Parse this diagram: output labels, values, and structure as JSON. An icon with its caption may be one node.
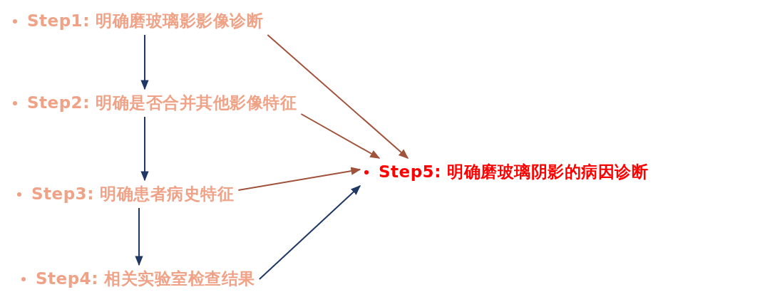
{
  "diagram": {
    "nodes": [
      {
        "text": [
          "Step1: 明确磨玻璃影影像诊断"
        ]
      },
      {
        "text": [
          "Step2: 明确是否合并其他影像特征"
        ]
      },
      {
        "text": [
          "Step3: 明确患者病史特征"
        ]
      },
      {
        "text": [
          "Step4: 相关实验室检查结果"
        ]
      },
      {
        "text": [
          "Step5: 明确磨玻璃阴影的病因诊断"
        ]
      }
    ],
    "edges": [
      {
        "from": 0,
        "to": 1,
        "arrow": "to"
      },
      {
        "from": 1,
        "to": 2,
        "arrow": "to"
      },
      {
        "from": 2,
        "to": 3,
        "arrow": "to"
      },
      {
        "from": 0,
        "to": 4,
        "arrow": "to",
        "color": "#a0523a"
      },
      {
        "from": 1,
        "to": 4,
        "arrow": "to",
        "color": "#a0523a"
      },
      {
        "from": 2,
        "to": 4,
        "arrow": "to",
        "color": "#a0523a"
      },
      {
        "from": 3,
        "to": 4,
        "arrow": "to"
      }
    ]
  }
}
